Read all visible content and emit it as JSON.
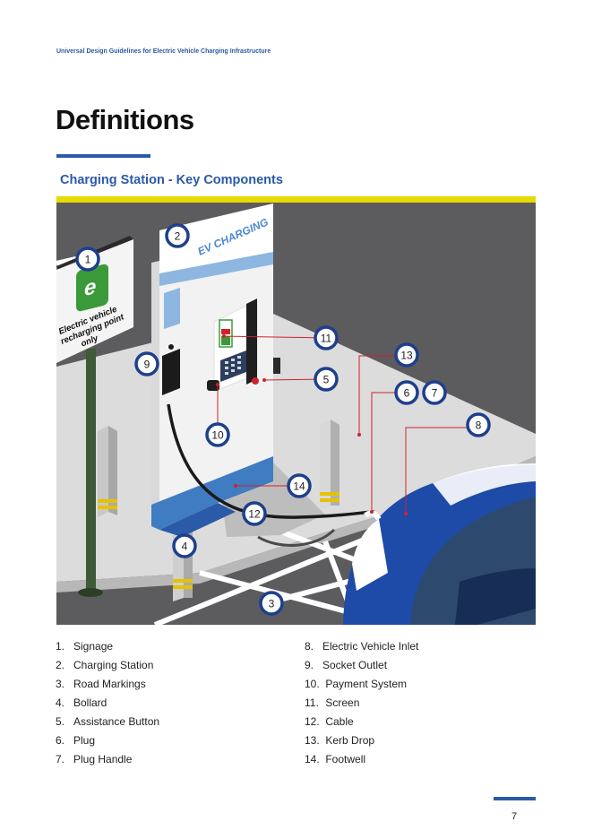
{
  "header": {
    "running_title": "Universal Design Guidelines for Electric Vehicle Charging Infrastructure"
  },
  "page": {
    "title": "Definitions",
    "section_heading": "Charging Station - Key Components",
    "number": "7"
  },
  "illustration": {
    "sign_text": [
      "Electric vehicle",
      "recharging point",
      "only"
    ],
    "station_label": "EV CHARGING",
    "sign_icon": "plug-e-icon",
    "colors": {
      "brand_blue": "#2a5aa8",
      "yellow": "#e7da00",
      "green": "#3a9a3a",
      "red": "#d0222a",
      "ground": "#5c5b5d",
      "car": "#1e4aa8"
    },
    "badges": [
      {
        "id": "badge-1",
        "label": "1"
      },
      {
        "id": "badge-2",
        "label": "2"
      },
      {
        "id": "badge-3",
        "label": "3"
      },
      {
        "id": "badge-4",
        "label": "4"
      },
      {
        "id": "badge-5",
        "label": "5"
      },
      {
        "id": "badge-6",
        "label": "6"
      },
      {
        "id": "badge-7",
        "label": "7"
      },
      {
        "id": "badge-8",
        "label": "8"
      },
      {
        "id": "badge-9",
        "label": "9"
      },
      {
        "id": "badge-10",
        "label": "10"
      },
      {
        "id": "badge-11",
        "label": "11"
      },
      {
        "id": "badge-12",
        "label": "12"
      },
      {
        "id": "badge-13",
        "label": "13"
      },
      {
        "id": "badge-14",
        "label": "14"
      }
    ]
  },
  "legend": {
    "left": [
      {
        "num": "1.",
        "text": "Signage"
      },
      {
        "num": "2.",
        "text": "Charging Station"
      },
      {
        "num": "3.",
        "text": "Road Markings"
      },
      {
        "num": "4.",
        "text": "Bollard"
      },
      {
        "num": "5.",
        "text": "Assistance Button"
      },
      {
        "num": "6.",
        "text": "Plug"
      },
      {
        "num": "7.",
        "text": "Plug Handle"
      }
    ],
    "right": [
      {
        "num": "8.",
        "text": "Electric Vehicle Inlet"
      },
      {
        "num": "9.",
        "text": "Socket Outlet"
      },
      {
        "num": "10.",
        "text": "Payment System"
      },
      {
        "num": "11.",
        "text": "Screen"
      },
      {
        "num": "12.",
        "text": "Cable"
      },
      {
        "num": "13.",
        "text": "Kerb Drop"
      },
      {
        "num": "14.",
        "text": "Footwell"
      }
    ]
  }
}
